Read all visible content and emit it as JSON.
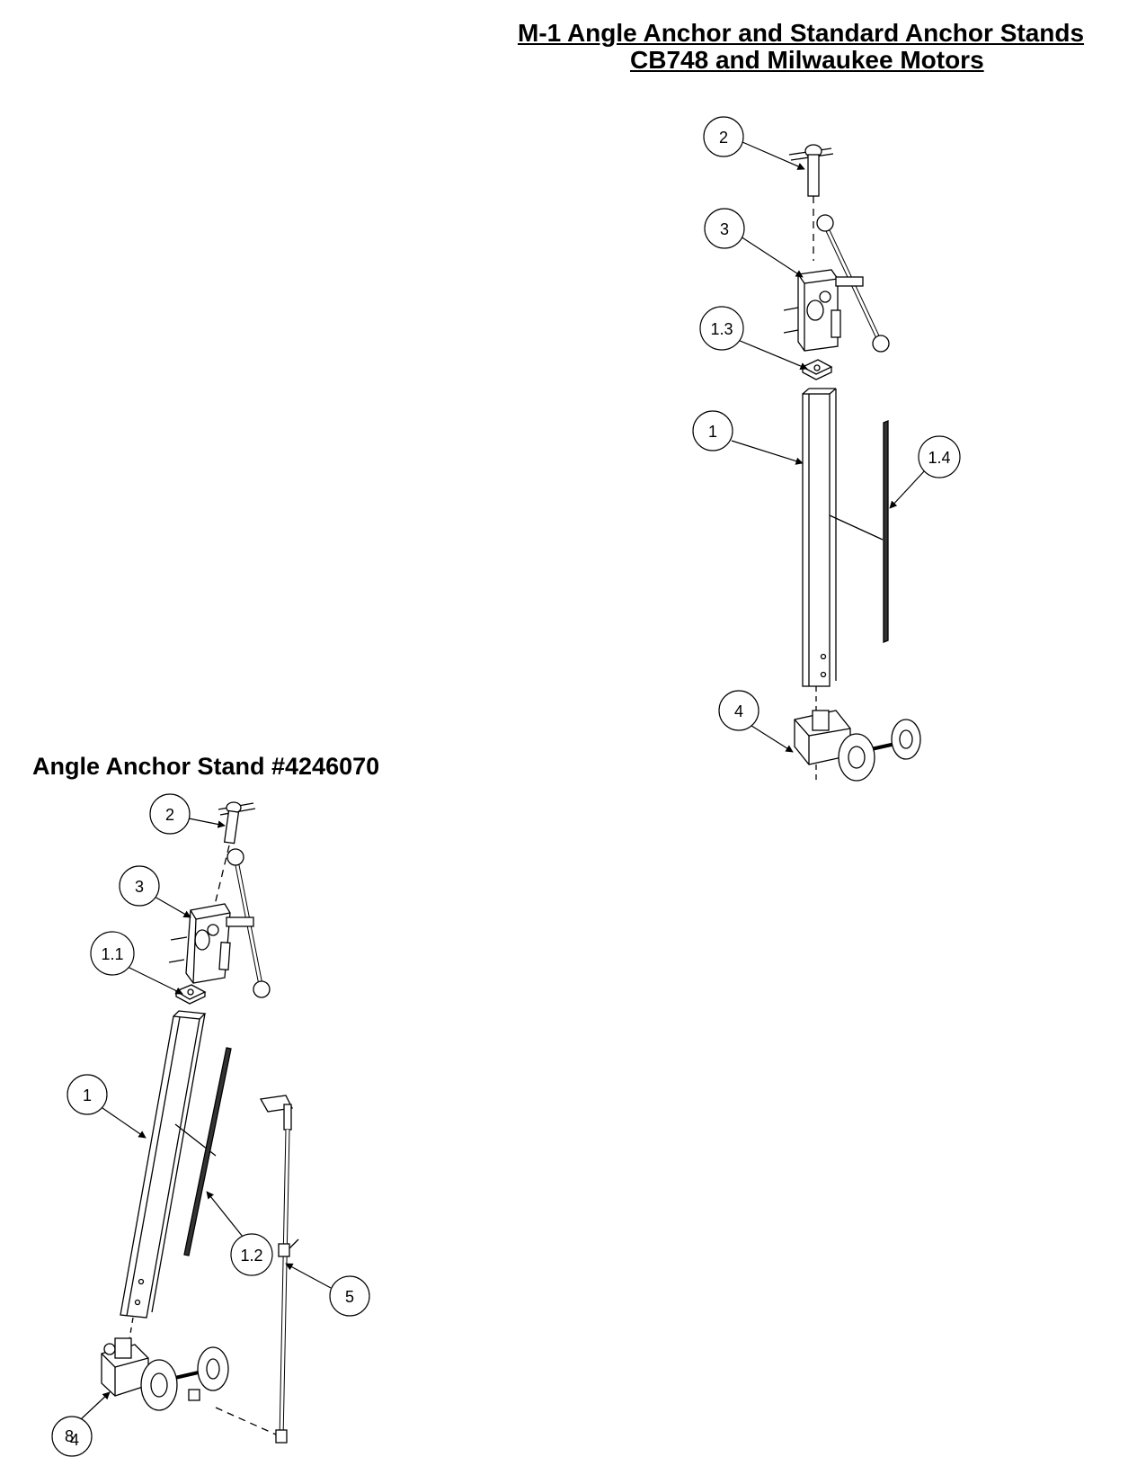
{
  "header": {
    "title_line1": "M-1 Angle Anchor and Standard Anchor Stands",
    "title_line2": "CB748 and Milwaukee Motors"
  },
  "angle_stand": {
    "title": "Angle Anchor Stand #4246070"
  },
  "standard_callouts": {
    "c2": "2",
    "c3": "3",
    "c13": "1.3",
    "c1": "1",
    "c14": "1.4",
    "c4": "4"
  },
  "angle_callouts": {
    "c2": "2",
    "c3": "3",
    "c11": "1.1",
    "c1": "1",
    "c12": "1.2",
    "c5": "5",
    "c4a": "8",
    "c4b": "4"
  }
}
